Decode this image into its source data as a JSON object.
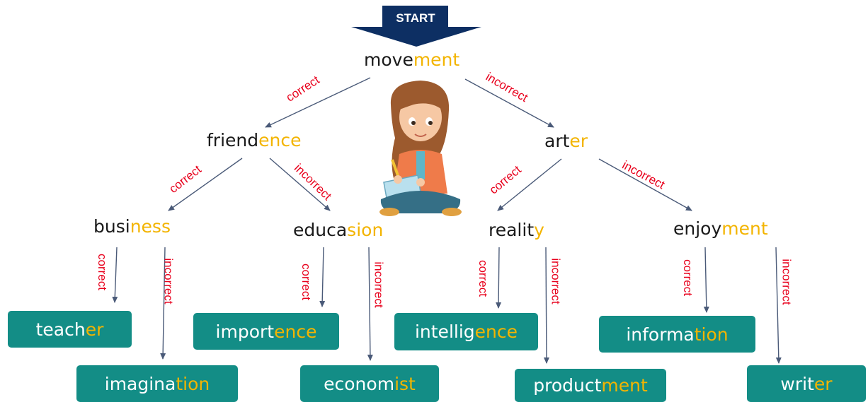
{
  "start": {
    "label": "START",
    "color": "#0d2f63"
  },
  "colors": {
    "suffix": "#f3b400",
    "box": "#138d86",
    "edge_label": "#e8001c",
    "arrow": "#4a5a78"
  },
  "edges": {
    "correct": "correct",
    "incorrect": "incorrect"
  },
  "nodes": {
    "movement": {
      "stem": "move",
      "suffix": "ment"
    },
    "friendence": {
      "stem": "friend",
      "suffix": "ence"
    },
    "arter": {
      "stem": "art",
      "suffix": "er"
    },
    "business": {
      "stem": "busi",
      "suffix": "ness"
    },
    "education": {
      "stem": "educa",
      "suffix": "sion"
    },
    "reality": {
      "stem": "realit",
      "suffix": "y"
    },
    "enjoyment": {
      "stem": "enjoy",
      "suffix": "ment"
    }
  },
  "results": {
    "teacher": {
      "stem": "teach",
      "suffix": "er"
    },
    "imagination": {
      "stem": "imagina",
      "suffix": "tion"
    },
    "importence": {
      "stem": "import",
      "suffix": "ence"
    },
    "economist": {
      "stem": "econom",
      "suffix": "ist"
    },
    "intelligence": {
      "stem": "intellig",
      "suffix": "ence"
    },
    "productment": {
      "stem": "product",
      "suffix": "ment"
    },
    "information": {
      "stem": "informa",
      "suffix": "tion"
    },
    "writer": {
      "stem": "writ",
      "suffix": "er"
    }
  },
  "illustration": "girl-sitting-writing-icon"
}
